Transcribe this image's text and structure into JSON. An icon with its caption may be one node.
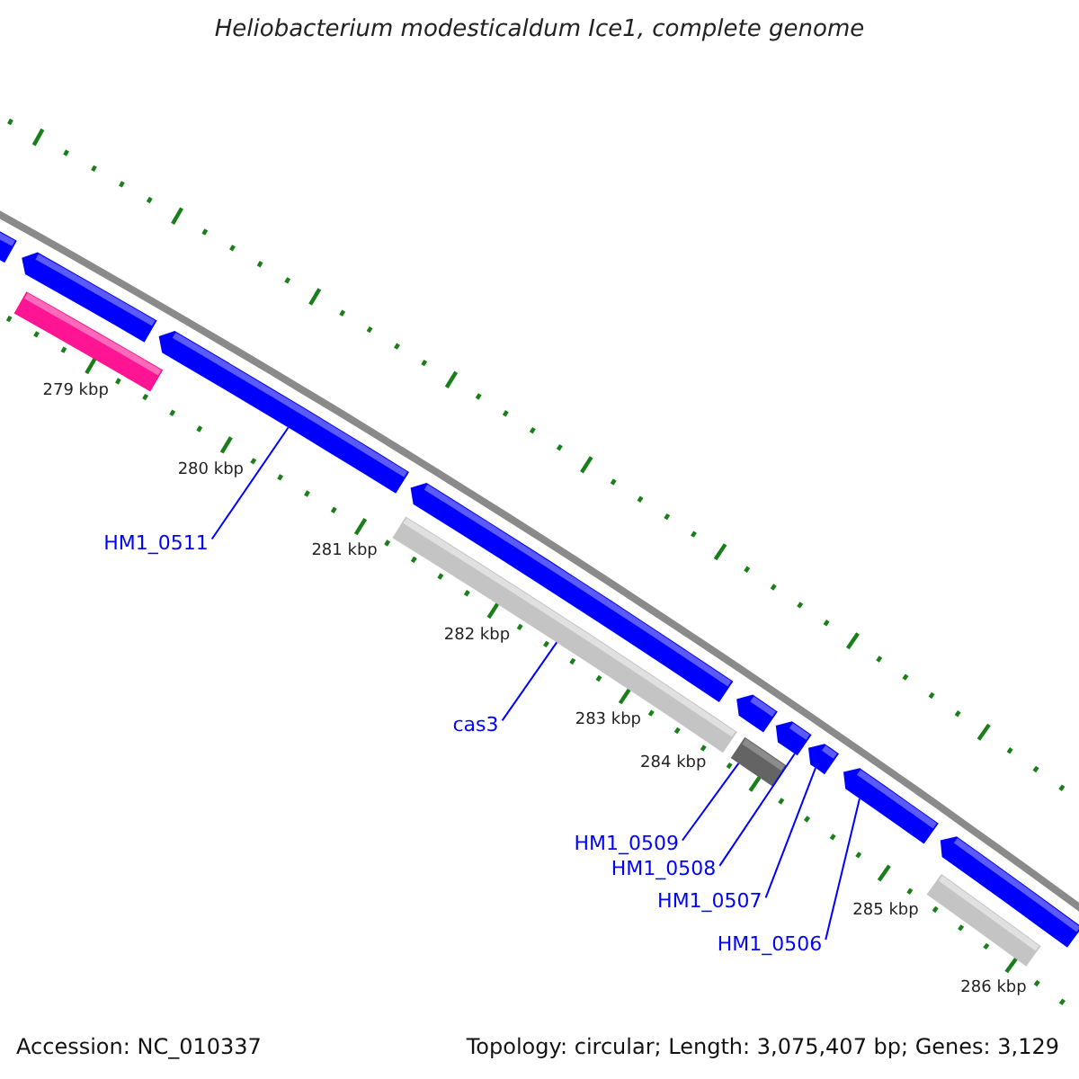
{
  "diagram": {
    "title": "Heliobacterium modesticaldum Ice1, complete genome",
    "nodes": [
      {
        "text": [
          "HM1_0511"
        ]
      },
      {
        "text": [
          "cas3"
        ]
      },
      {
        "text": [
          "HM1_0509"
        ]
      },
      {
        "text": [
          "HM1_0508"
        ]
      },
      {
        "text": [
          "HM1_0507"
        ]
      },
      {
        "text": [
          "HM1_0506"
        ]
      },
      {
        "text": [],
        "shape": "bar"
      },
      {
        "text": [],
        "shape": "bar"
      },
      {
        "text": [],
        "shape": "bar"
      },
      {
        "text": [],
        "shape": "bar"
      },
      {
        "text": [],
        "shape": "bar"
      },
      {
        "text": [],
        "shape": "bar"
      },
      {
        "text": [],
        "shape": "bar"
      },
      {
        "text": [],
        "shape": "bar"
      },
      {
        "text": [],
        "shape": "bar"
      },
      {
        "text": [],
        "shape": "bar"
      },
      {
        "text": [],
        "shape": "bar"
      },
      {
        "text": [],
        "shape": "bar"
      },
      {
        "text": [],
        "shape": "bar"
      }
    ],
    "edges": [
      {
        "from": 0,
        "to": 9,
        "arrow": "none"
      },
      {
        "from": 1,
        "to": 11,
        "arrow": "none"
      },
      {
        "from": 2,
        "to": 13,
        "arrow": "none"
      },
      {
        "from": 3,
        "to": 14,
        "arrow": "none"
      },
      {
        "from": 4,
        "to": 15,
        "arrow": "none"
      },
      {
        "from": 5,
        "to": 16,
        "arrow": "none"
      }
    ],
    "labels": [
      "279 kbp",
      "280 kbp",
      "281 kbp",
      "282 kbp",
      "283 kbp",
      "284 kbp",
      "285 kbp",
      "286 kbp",
      "Accession: NC_010337",
      "Topology: circular; Length: 3,075,407 bp; Genes: 3,129"
    ]
  }
}
